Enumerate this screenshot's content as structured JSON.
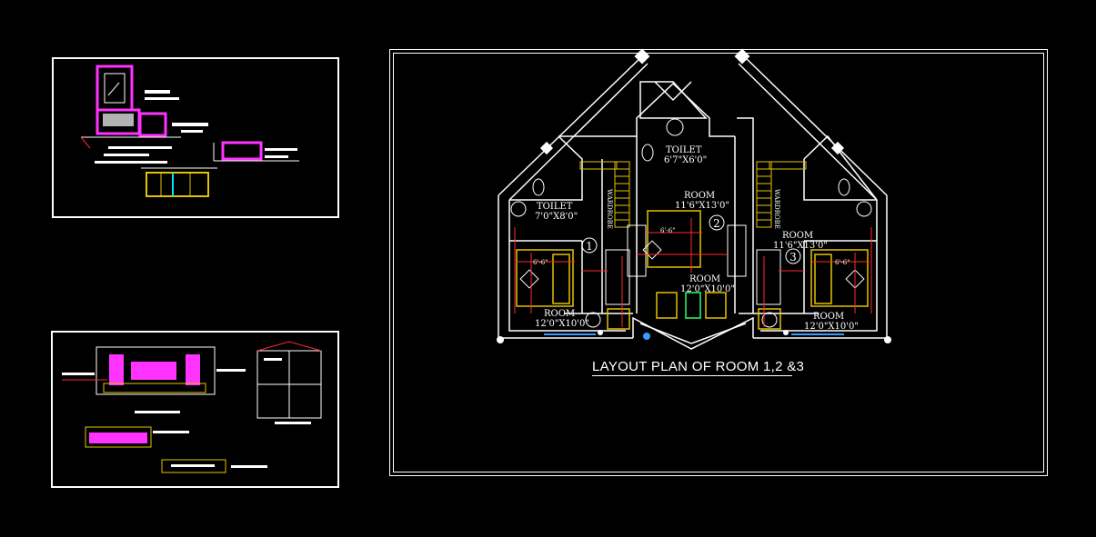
{
  "sheet_title": "LAYOUT PLAN OF ROOM 1,2 &3",
  "rooms": [
    {
      "number": "1",
      "label": "ROOM",
      "size": "12'0\"X10'0\""
    },
    {
      "number": "2",
      "label": "ROOM",
      "size": "11'6\"X13'0\""
    },
    {
      "number": "3",
      "label": "ROOM",
      "size": "11'6\"X13'0\""
    }
  ],
  "labels": {
    "toilet_left": "TOILET",
    "toilet_left_size": "7'0\"X8'0\"",
    "toilet_mid": "TOILET",
    "toilet_mid_size": "6'7\"X6'0\"",
    "room_mid_upper": "ROOM",
    "room_mid_upper_size": "11'6\"X13'0\"",
    "room_mid_lower": "ROOM",
    "room_mid_lower_size": "12'0\"X10'0\"",
    "room_right_upper": "ROOM",
    "room_right_upper_size": "11'6\"X13'0\"",
    "room_left_lower": "ROOM",
    "room_left_lower_size": "12'0\"X10'0\"",
    "room_right_lower": "ROOM",
    "room_right_lower_size": "12'0\"X10'0\"",
    "wardrobe": "WARDROBE",
    "dim_66": "6'-6\""
  },
  "colors": {
    "background": "#000000",
    "wall": "#ffffff",
    "furniture": "#e6c300",
    "dimension": "#ff2a2a",
    "detail_magenta": "#ff33ff",
    "glass": "#3a9bff",
    "cyan": "#00e5ff"
  }
}
